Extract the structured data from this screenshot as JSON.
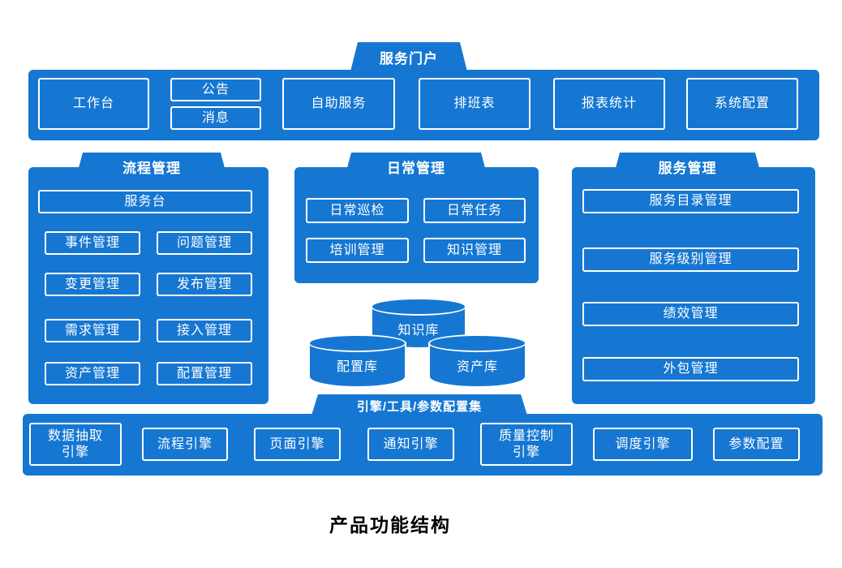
{
  "title": "产品功能结构",
  "colors": {
    "primary": "#1677d2",
    "box_border": "#ffffff",
    "box_text": "#ffffff",
    "title_text": "#000000",
    "background": "#ffffff"
  },
  "portal": {
    "tab": "服务门户",
    "items": [
      "工作台",
      "公告",
      "消息",
      "自助服务",
      "排班表",
      "报表统计",
      "系统配置"
    ]
  },
  "process": {
    "tab": "流程管理",
    "full_item": "服务台",
    "items": [
      "事件管理",
      "问题管理",
      "变更管理",
      "发布管理",
      "需求管理",
      "接入管理",
      "资产管理",
      "配置管理"
    ]
  },
  "daily": {
    "tab": "日常管理",
    "items": [
      "日常巡检",
      "日常任务",
      "培训管理",
      "知识管理"
    ],
    "databases": [
      "知识库",
      "配置库",
      "资产库"
    ]
  },
  "service": {
    "tab": "服务管理",
    "items": [
      "服务目录管理",
      "服务级别管理",
      "绩效管理",
      "外包管理"
    ]
  },
  "engine": {
    "tab": "引擎/工具/参数配置集",
    "items": [
      "数据抽取\n引擎",
      "流程引擎",
      "页面引擎",
      "通知引擎",
      "质量控制\n引擎",
      "调度引擎",
      "参数配置"
    ]
  }
}
